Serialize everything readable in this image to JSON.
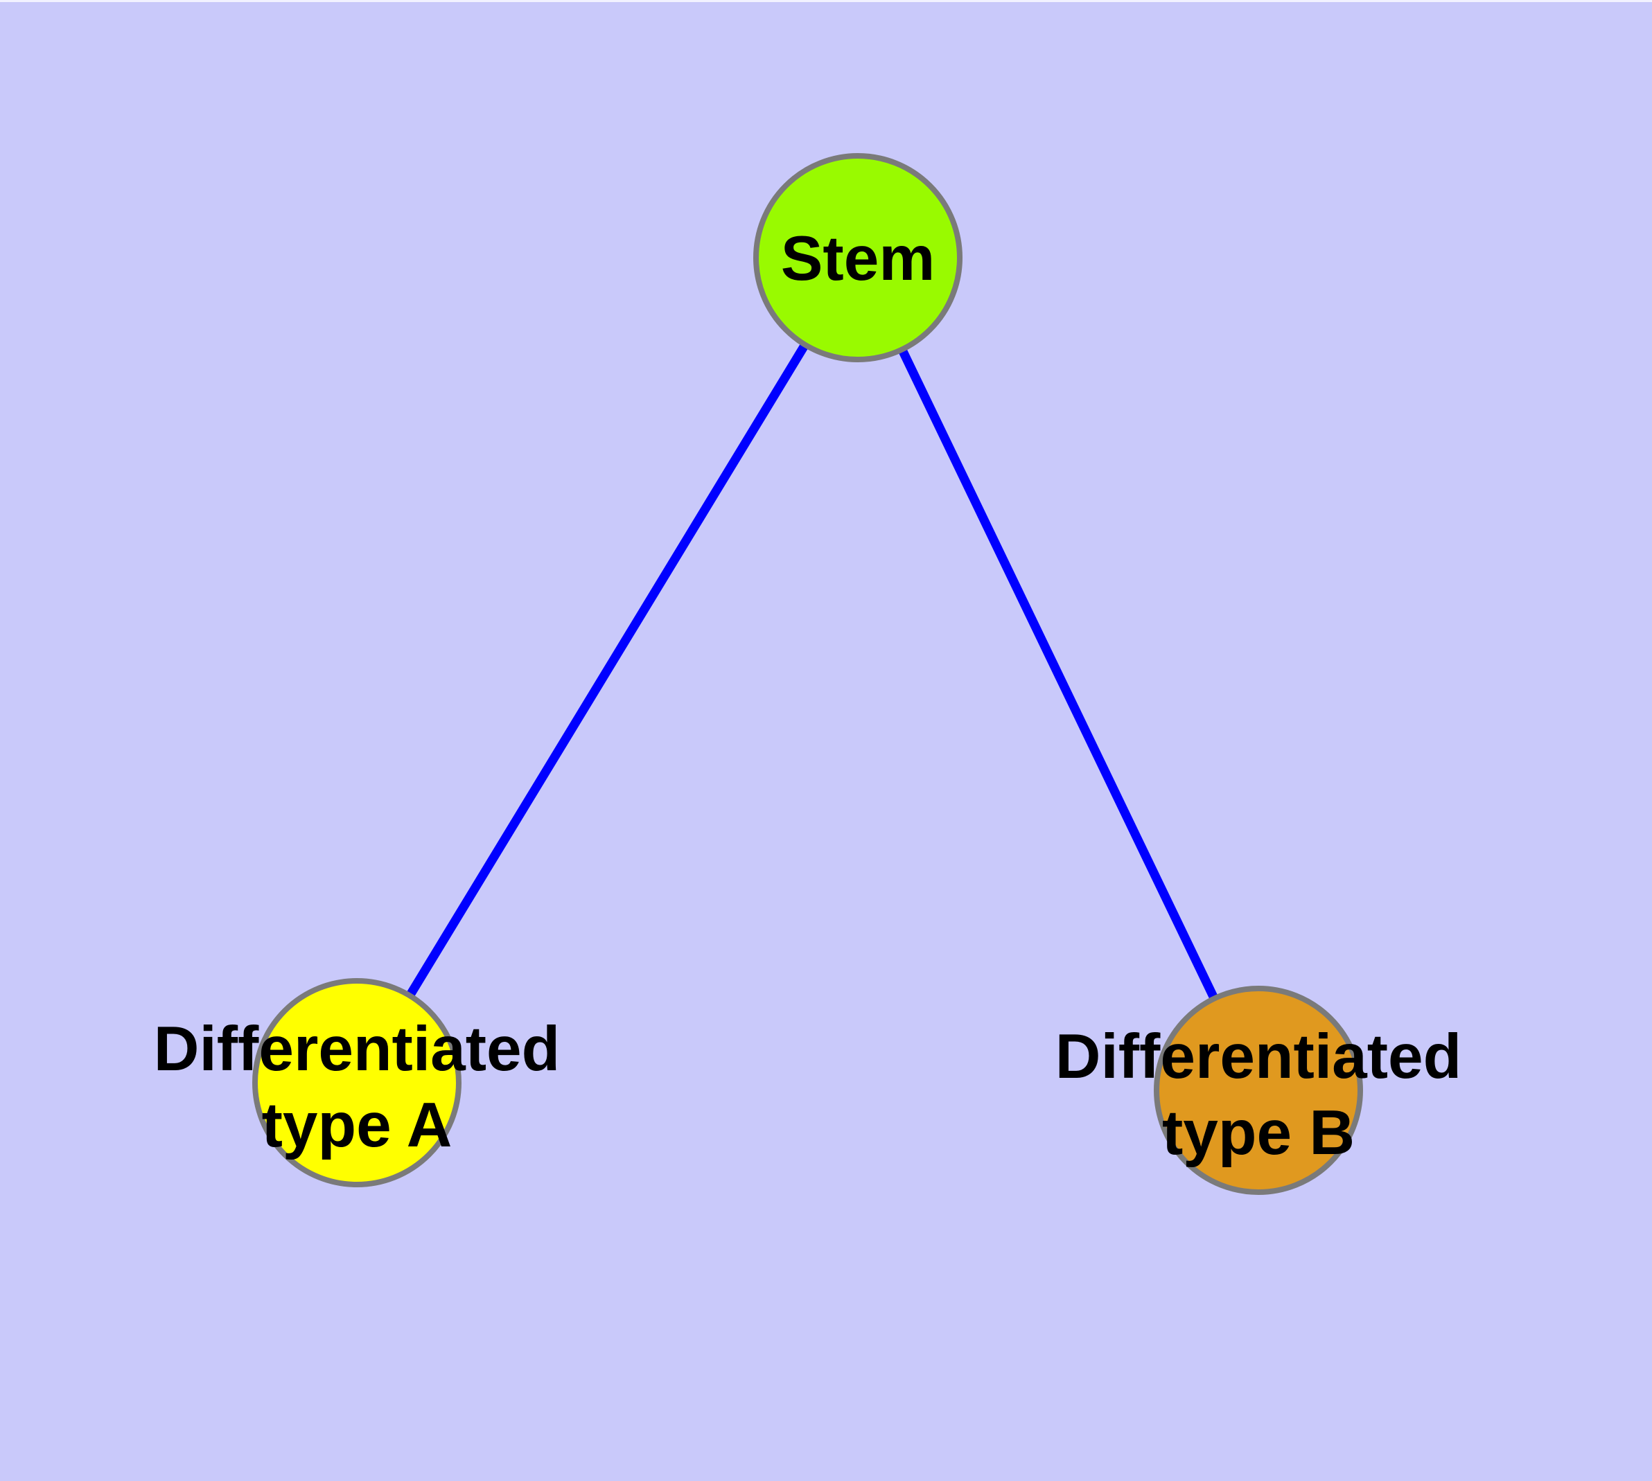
{
  "figure": {
    "background": "#C9C9FA",
    "top_edge_highlight": "#F2F2FF",
    "node_border_color": "#7A7A7A",
    "text_color": "#000000"
  },
  "graph": {
    "nodes": [
      {
        "id": "stem",
        "label": "Stem",
        "fill": "#99FA00"
      },
      {
        "id": "differentiated-type-a",
        "label_line1": "Differentiated",
        "label_line2": "type A",
        "fill": "#FFFF00"
      },
      {
        "id": "differentiated-type-b",
        "label_line1": "Differentiated",
        "label_line2": "type B",
        "fill": "#E0991F"
      }
    ],
    "edges": [
      {
        "from": "stem",
        "to": "differentiated-type-a",
        "color": "#0000FF"
      },
      {
        "from": "stem",
        "to": "differentiated-type-b",
        "color": "#0000FF"
      }
    ]
  }
}
